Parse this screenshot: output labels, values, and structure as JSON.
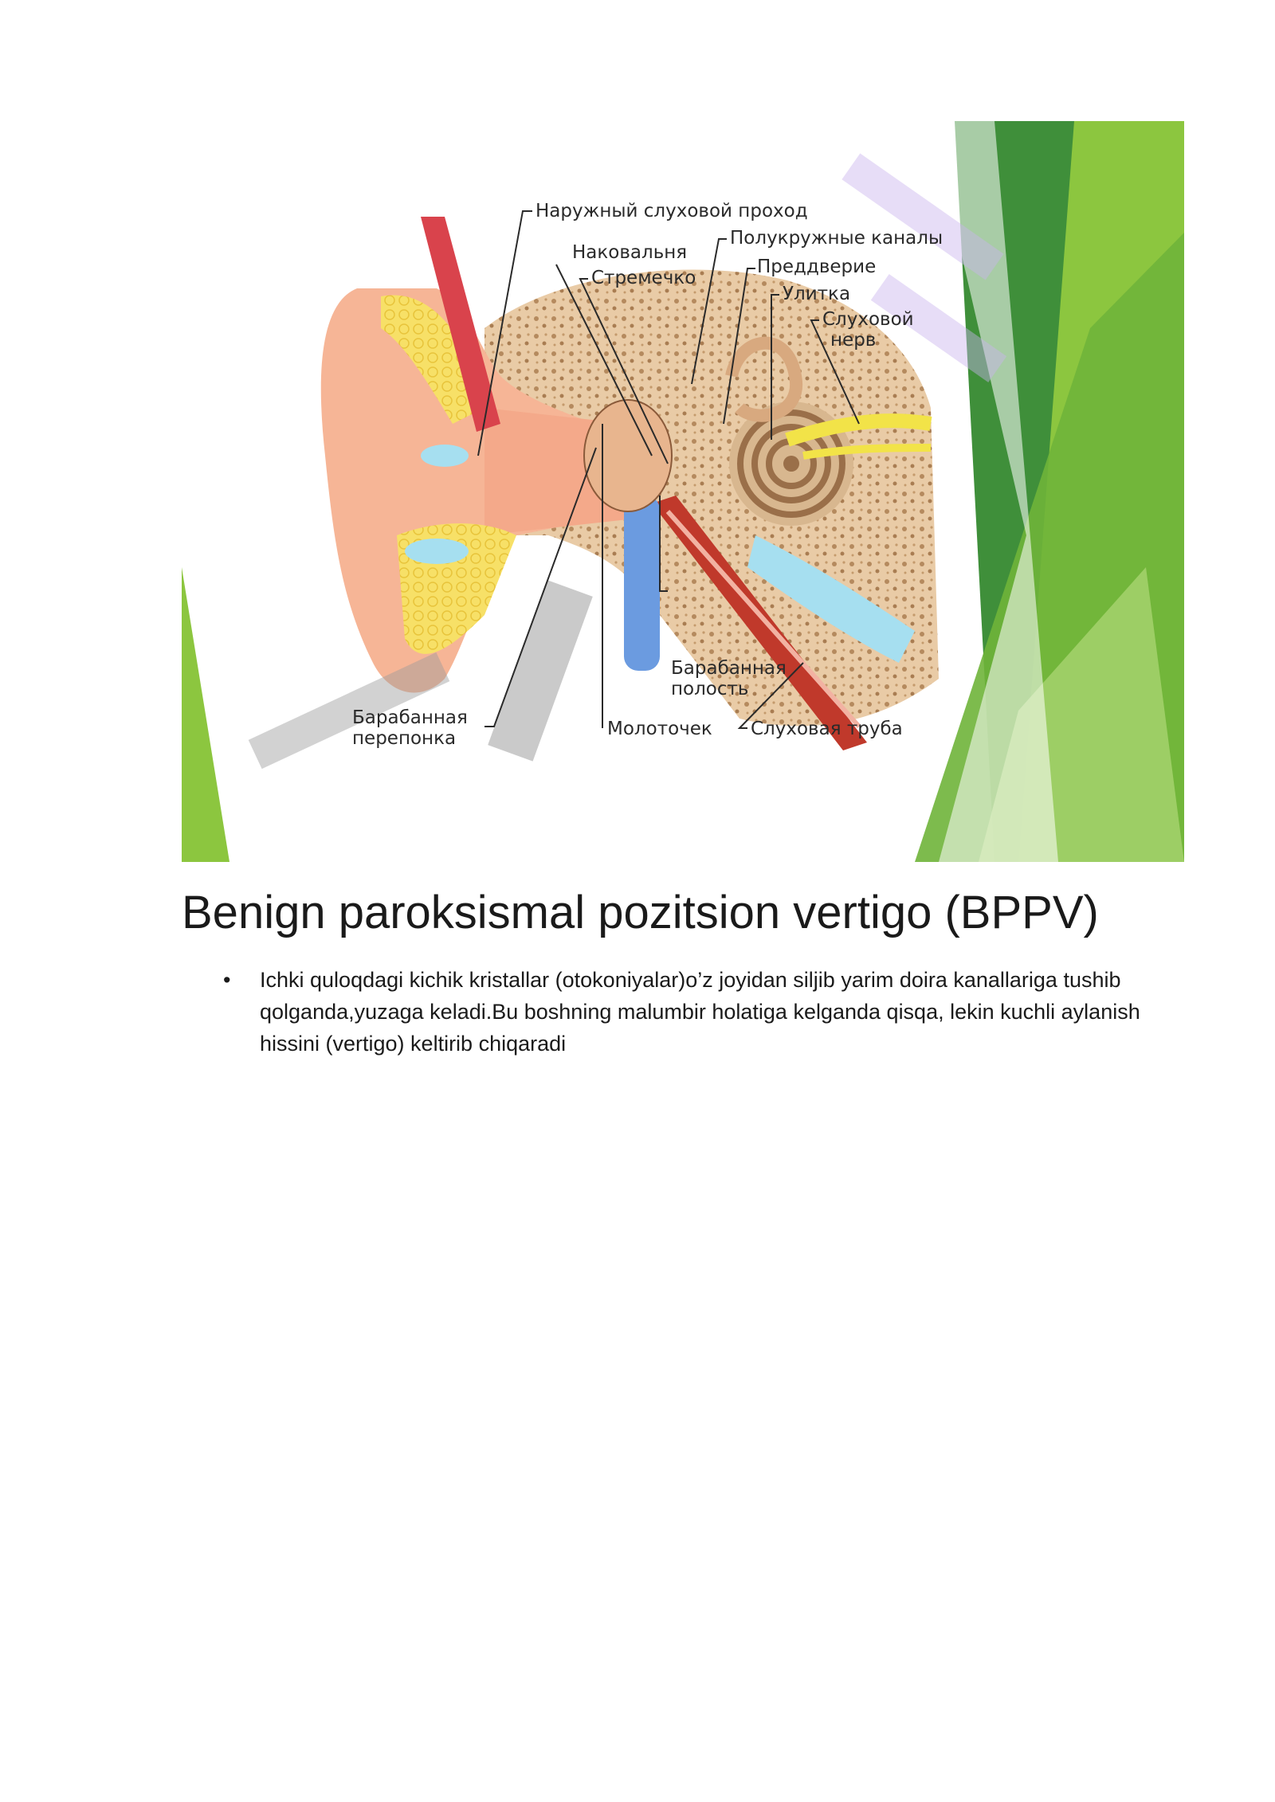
{
  "figure": {
    "labels": {
      "outer_canal": "Наружный слуховой проход",
      "semicircular": "Полукружные каналы",
      "anvil": "Наковальня",
      "vestibule": "Преддверие",
      "stirrup": "Стремечко",
      "cochlea": "Улитка",
      "nerve_1": "Слуховой",
      "nerve_2": "нерв",
      "tympanic_cavity_1": "Барабанная",
      "tympanic_cavity_2": "полость",
      "eardrum_1": "Барабанная",
      "eardrum_2": "перепонка",
      "hammer": "Молоточек",
      "eustachian": "Слуховая труба"
    },
    "colors": {
      "accent_green": "#8cc63f",
      "dark_green": "#3f8f3a",
      "skin": "#f6b596",
      "bone": "#e8c9a4",
      "fat": "#f7e067",
      "fluid": "#a6dff0",
      "tube_blue": "#6b9be0"
    }
  },
  "heading": "Benign paroksismal pozitsion vertigo (BPPV)",
  "bullets": [
    {
      "marker": "•",
      "text": "Ichki quloqdagi kichik kristallar (otokoniyalar)o’z joyidan siljib yarim doira kanallariga tushib qolganda,yuzaga keladi.Bu boshning malumbir holatiga kelganda qisqa, lekin kuchli aylanish hissini (vertigo) keltirib chiqaradi"
    }
  ]
}
